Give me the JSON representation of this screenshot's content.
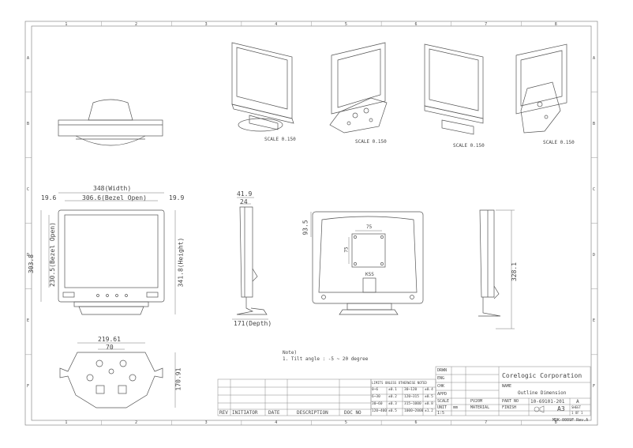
{
  "grid": {
    "cols": [
      "1",
      "2",
      "3",
      "4",
      "5",
      "6",
      "7",
      "8"
    ],
    "rows": [
      "A",
      "B",
      "C",
      "D",
      "E",
      "F"
    ]
  },
  "views": {
    "iso_scales": [
      "SCALE  0.150",
      "SCALE  0.150",
      "SCALE  0.150",
      "SCALE  0.150"
    ],
    "front_dims": {
      "overall_width": "348(Width)",
      "bezel_open_width": "306.6(Bezel Open)",
      "left_margin": "19.6",
      "right_margin": "19.9",
      "overall_height": "303.8",
      "bezel_open_height": "230.5(Bezel Open)",
      "stand_height": "341.8(Height)"
    },
    "side_dims": {
      "depth_top": "41.9",
      "depth_inner": "24",
      "stand_depth": "171(Depth)"
    },
    "back_dims": {
      "top_offset": "93.5",
      "vesa_h": "75",
      "vesa_v": "75",
      "label": "KSS"
    },
    "right_dims": {
      "height": "328.1"
    },
    "base_dims": {
      "width": "219.61",
      "inner": "70",
      "depth": "170.91"
    }
  },
  "notes": {
    "title": "Note)",
    "line1": "1. Tilt angle : -5 ~ 20 degree"
  },
  "tolerance_table": {
    "header": "LIMITS UNLESS OTHERWISE NOTED",
    "rows": [
      [
        "0~6",
        "±0.1",
        "30~120",
        "±0.4"
      ],
      [
        "6~30",
        "±0.2",
        "120~315",
        "±0.5"
      ],
      [
        "30~60",
        "±0.3",
        "315~1000",
        "±0.8"
      ],
      [
        "120~400",
        "±0.5",
        "1000~2000",
        "±1.2"
      ]
    ]
  },
  "sign_block": {
    "labels": [
      "DRWN",
      "ENG",
      "CHK",
      "APPD"
    ],
    "scale_label": "SCALE",
    "scale_value": "1:5",
    "unit_label": "UNIT",
    "unit_value": "mm",
    "material_label": "MATERIAL",
    "model": "PV20M"
  },
  "title_block": {
    "company": "Corelogic Corporation",
    "name_label": "NAME",
    "name_value": "Outline Dimension",
    "part_no_label": "PART NO",
    "part_no": "10-69101-201",
    "rev": "A",
    "size": "A3",
    "finish_label": "FINISH",
    "sheet_label": "SHEET",
    "sheet_value": "1 OF 1",
    "doc": "MDK-0009F  Rev.A"
  },
  "revision_table": {
    "headers": [
      "REV",
      "INITIATOR",
      "DATE",
      "DESCRIPTION",
      "DOC NO"
    ]
  }
}
